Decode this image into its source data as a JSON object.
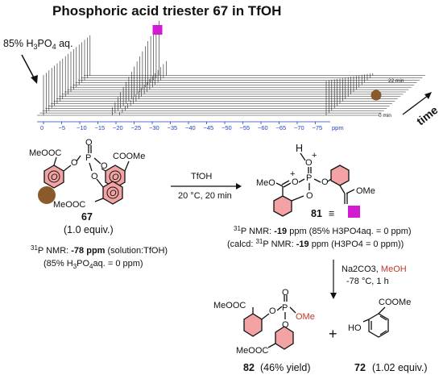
{
  "title": "Phosphoric acid triester 67 in TfOH",
  "nmr_panel": {
    "reference_label": "85% H3PO4 aq.",
    "time_labels": [
      "22 min",
      "0 min"
    ],
    "time_axis_label": "time",
    "axis_ticks": [
      "0",
      "−5",
      "−10",
      "−15",
      "−20",
      "−25",
      "−30",
      "−35",
      "−40",
      "−45",
      "−50",
      "−55",
      "−60",
      "−65",
      "−70",
      "−75"
    ],
    "axis_unit": "ppm",
    "markers": [
      {
        "name": "compound-81-marker",
        "shape": "square",
        "color": "#d41bd4",
        "ppm": -19
      },
      {
        "name": "compound-67-marker",
        "shape": "circle",
        "color": "#8b5a2b",
        "ppm": -78
      }
    ]
  },
  "colors": {
    "ring": "#f3a3a3",
    "axis": "#1f3fbf",
    "brown": "#8b5a2b",
    "magenta": "#d41bd4",
    "red_text": "#c0392b"
  },
  "compound_67": {
    "substituent_labels": [
      "MeOOC",
      "COOMe",
      "MeOOC"
    ],
    "atom_labels": [
      "O",
      "P",
      "O",
      "O",
      "O"
    ],
    "ring_labels": [
      "O",
      "O",
      "O"
    ],
    "number": "67",
    "equiv": "(1.0 equiv.)",
    "nmr_line1_pre": "31",
    "nmr_line1_mid": "P NMR: ",
    "nmr_line1_val": "-78 ppm",
    "nmr_line1_post": " (solution:TfOH)",
    "nmr_line2": "(85% H3PO4aq. = 0 ppm)"
  },
  "reaction_1": {
    "reagent": "TfOH",
    "conditions": "20 °C, 20 min"
  },
  "compound_81": {
    "atom_labels": [
      "H",
      "O",
      "P",
      "O",
      "O",
      "O"
    ],
    "group_labels": [
      "MeO",
      "OMe"
    ],
    "charges": [
      "+",
      "+"
    ],
    "number": "81",
    "equiv_symbol": "≡",
    "nmr_line1_pre": "31",
    "nmr_line1_mid": "P NMR: ",
    "nmr_line1_val": "-19",
    "nmr_line1_post": " ppm (85% H3PO4aq. = 0 ppm)",
    "nmr_line2_pre": "(calcd: ",
    "nmr_line2_sup": "31",
    "nmr_line2_mid": "P NMR: ",
    "nmr_line2_val": "-19",
    "nmr_line2_post": " ppm (H3PO4 = 0 ppm))"
  },
  "reaction_2": {
    "reagent_black": "Na2CO3, ",
    "reagent_red": "MeOH",
    "conditions": "-78 °C, 1 h"
  },
  "compound_82": {
    "substituent_labels": [
      "MeOOC",
      "MeOOC"
    ],
    "atom_labels": [
      "O",
      "P",
      "O",
      "O"
    ],
    "group_label": "OMe",
    "number": "82",
    "yield": "(46% yield)"
  },
  "plus": "+",
  "compound_72": {
    "substituent_labels": [
      "COOMe",
      "HO"
    ],
    "number": "72",
    "equiv": "(1.02 equiv.)"
  }
}
